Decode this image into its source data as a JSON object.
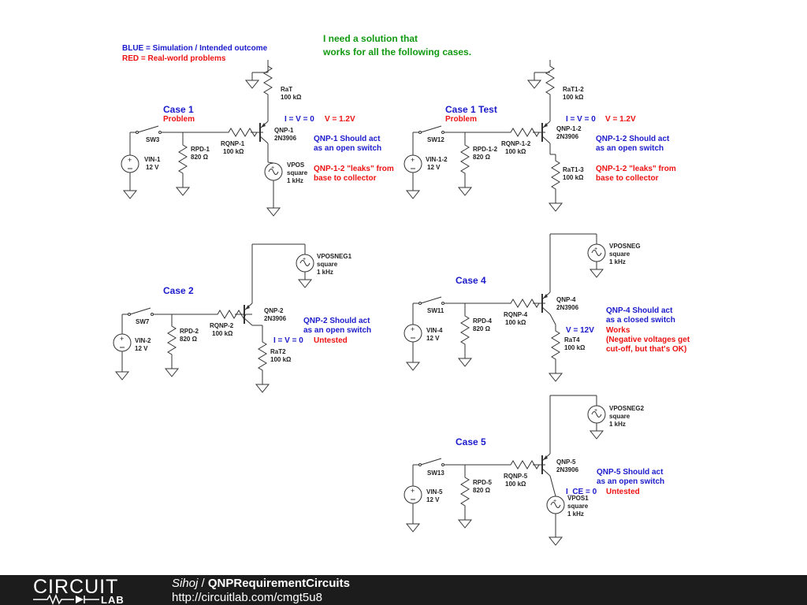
{
  "header": {
    "legend_blue": "BLUE = Simulation / Intended outcome",
    "legend_red": "RED = Real-world problems",
    "headline_1": "I need a solution that",
    "headline_2": "works for all the following cases."
  },
  "case1": {
    "title": "Case 1",
    "problem": "Problem",
    "iv": "I = V = 0",
    "v": "V = 1.2V",
    "note1": "QNP-1 Should act",
    "note2": "as an open switch",
    "red1": "QNP-1-2 \"leaks\" from",
    "red2": "base to collector",
    "sw": "SW3",
    "vin": "VIN-1",
    "vin_val": "12 V",
    "rpd": "RPD-1",
    "rpd_val": "820 Ω",
    "rq": "RQNP-1",
    "rq_val": "100 kΩ",
    "q": "QNP-1",
    "q_type": "2N3906",
    "rat": "RaT",
    "rat_val": "100 kΩ",
    "vpos": "VPOS",
    "vpos_wave": "square",
    "vpos_freq": "1 kHz"
  },
  "case1t": {
    "title": "Case 1 Test",
    "problem": "Problem",
    "iv": "I = V = 0",
    "v": "V = 1.2V",
    "note1": "QNP-1-2 Should act",
    "note2": "as an open switch",
    "red1": "QNP-1-2 \"leaks\" from",
    "red2": "base to collector",
    "sw": "SW12",
    "vin": "VIN-1-2",
    "vin_val": "12 V",
    "rpd": "RPD-1-2",
    "rpd_val": "820 Ω",
    "rq": "RQNP-1-2",
    "rq_val": "100 kΩ",
    "q": "QNP-1-2",
    "q_type": "2N3906",
    "rat": "RaT1-2",
    "rat_val": "100 kΩ",
    "rat3": "RaT1-3",
    "rat3_val": "100 kΩ"
  },
  "case2": {
    "title": "Case 2",
    "iv": "I = V = 0",
    "untested": "Untested",
    "note1": "QNP-2 Should act",
    "note2": "as an open switch",
    "sw": "SW7",
    "vin": "VIN-2",
    "vin_val": "12 V",
    "rpd": "RPD-2",
    "rpd_val": "820 Ω",
    "rq": "RQNP-2",
    "rq_val": "100 kΩ",
    "q": "QNP-2",
    "q_type": "2N3906",
    "rat": "RaT2",
    "rat_val": "100 kΩ",
    "vpos": "VPOSNEG1",
    "vpos_wave": "square",
    "vpos_freq": "1 kHz"
  },
  "case4": {
    "title": "Case 4",
    "v": "V = 12V",
    "works": "Works",
    "red1": "(Negative voltages get",
    "red2": "cut-off, but that's OK)",
    "note1": "QNP-4 Should act",
    "note2": "as a closed switch",
    "sw": "SW11",
    "vin": "VIN-4",
    "vin_val": "12 V",
    "rpd": "RPD-4",
    "rpd_val": "820 Ω",
    "rq": "RQNP-4",
    "rq_val": "100 kΩ",
    "q": "QNP-4",
    "q_type": "2N3906",
    "rat": "RaT4",
    "rat_val": "100 kΩ",
    "vpos": "VPOSNEG",
    "vpos_wave": "square",
    "vpos_freq": "1 kHz"
  },
  "case5": {
    "title": "Case 5",
    "ice": "I_CE = 0",
    "untested": "Untested",
    "note1": "QNP-5 Should act",
    "note2": "as an open switch",
    "sw": "SW13",
    "vin": "VIN-5",
    "vin_val": "12 V",
    "rpd": "RPD-5",
    "rpd_val": "820 Ω",
    "rq": "RQNP-5",
    "rq_val": "100 kΩ",
    "q": "QNP-5",
    "q_type": "2N3906",
    "vpos_top": "VPOSNEG2",
    "vpos_top_wave": "square",
    "vpos_top_freq": "1 kHz",
    "vpos_bot": "VPOS1",
    "vpos_bot_wave": "square",
    "vpos_bot_freq": "1 kHz"
  },
  "footer": {
    "logo_top": "CIRCUIT",
    "logo_bottom": "LAB",
    "author": "Sihoj",
    "separator": " / ",
    "circuit_title": "QNPRequirementCircuits",
    "url": "http://circuitlab.com/cmgt5u8"
  },
  "colors": {
    "blue": "#1a1acc",
    "red": "#ee1111",
    "green": "#119911",
    "footer_bg": "#1c1c1c"
  }
}
